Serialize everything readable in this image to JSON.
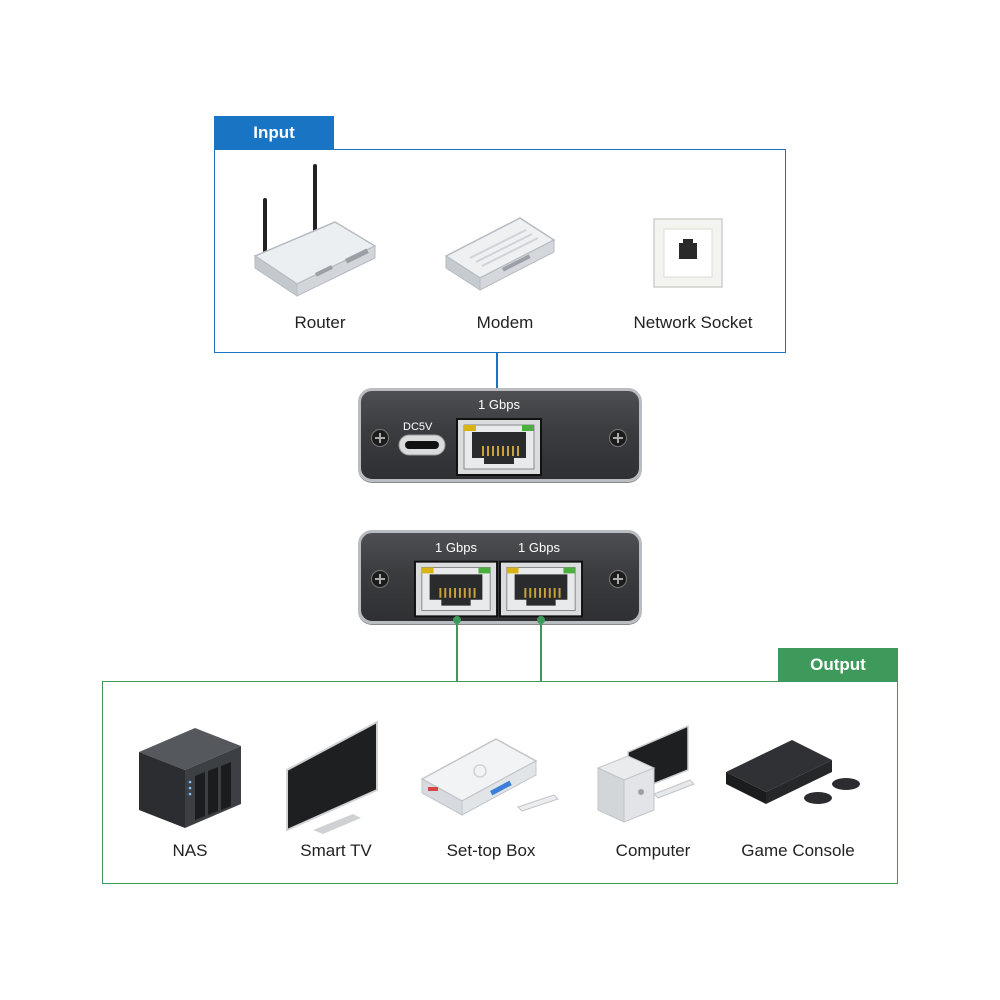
{
  "input": {
    "title": "Input",
    "color": "#1a74c4",
    "devices": [
      {
        "label": "Router",
        "icon": "router-icon"
      },
      {
        "label": "Modem",
        "icon": "modem-icon"
      },
      {
        "label": "Network Socket",
        "icon": "network-socket-icon"
      }
    ]
  },
  "splitter_top": {
    "power_label": "DC5V",
    "port_speed": "1 Gbps"
  },
  "splitter_bottom": {
    "port_speeds": [
      "1 Gbps",
      "1 Gbps"
    ]
  },
  "output": {
    "title": "Output",
    "color": "#3d9a5b",
    "devices": [
      {
        "label": "NAS",
        "icon": "nas-icon"
      },
      {
        "label": "Smart TV",
        "icon": "smart-tv-icon"
      },
      {
        "label": "Set-top Box",
        "icon": "set-top-box-icon"
      },
      {
        "label": "Computer",
        "icon": "computer-icon"
      },
      {
        "label": "Game Console",
        "icon": "game-console-icon"
      }
    ]
  }
}
